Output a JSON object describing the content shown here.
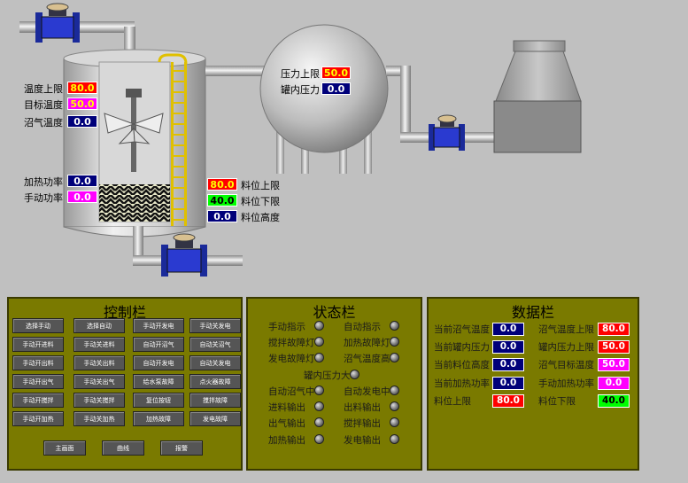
{
  "tank_left": {
    "temp_upper_label": "温度上限",
    "temp_upper_value": "80.0",
    "target_temp_label": "目标温度",
    "target_temp_value": "50.0",
    "biogas_temp_label": "沼气温度",
    "biogas_temp_value": "0.0",
    "heat_power_label": "加热功率",
    "heat_power_value": "0.0",
    "manual_power_label": "手动功率",
    "manual_power_value": "0.0",
    "level_upper_label": "料位上限",
    "level_upper_value": "80.0",
    "level_lower_label": "料位下限",
    "level_lower_value": "40.0",
    "level_height_label": "料位高度",
    "level_height_value": "0.0"
  },
  "sphere": {
    "pressure_upper_label": "压力上限",
    "pressure_upper_value": "50.0",
    "tank_pressure_label": "罐内压力",
    "tank_pressure_value": "0.0"
  },
  "colors": {
    "panel": "#7a7a00",
    "navy": "#00007a",
    "red": "#ff0000",
    "magenta": "#ff00ff",
    "green": "#00ff00"
  },
  "control": {
    "title": "控制栏",
    "rows": [
      [
        "选择手动",
        "选择自动",
        "手动开发电",
        "手动关发电"
      ],
      [
        "手动开进料",
        "手动关进料",
        "自动开沼气",
        "自动关沼气"
      ],
      [
        "手动开出料",
        "手动关出料",
        "自动开发电",
        "自动关发电"
      ],
      [
        "手动开出气",
        "手动关出气",
        "给水泵故障",
        "点火器故障"
      ],
      [
        "手动开搅拌",
        "手动关搅拌",
        "复位按钮",
        "搅拌故障"
      ],
      [
        "手动开加热",
        "手动关加热",
        "加热故障",
        "发电故障"
      ]
    ],
    "bottom": [
      "主画面",
      "曲线",
      "报警"
    ]
  },
  "status": {
    "title": "状态栏",
    "left": [
      "手动指示",
      "搅拌故障灯",
      "发电故障灯"
    ],
    "right": [
      "自动指示",
      "加热故障灯",
      "沼气温度高"
    ],
    "center": "罐内压力大",
    "left2": [
      "自动沼气中",
      "进料输出",
      "出气输出",
      "加热输出"
    ],
    "right2": [
      "自动发电中",
      "出料输出",
      "搅拌输出",
      "发电输出"
    ]
  },
  "data_panel": {
    "title": "数据栏",
    "left": [
      {
        "label": "当前沼气温度",
        "value": "0.0"
      },
      {
        "label": "当前罐内压力",
        "value": "0.0"
      },
      {
        "label": "当前料位高度",
        "value": "0.0"
      },
      {
        "label": "当前加热功率",
        "value": "0.0"
      },
      {
        "label": "料位上限",
        "value": "80.0"
      }
    ],
    "right": [
      {
        "label": "沼气温度上限",
        "value": "80.0"
      },
      {
        "label": "罐内压力上限",
        "value": "50.0"
      },
      {
        "label": "沼气目标温度",
        "value": "50.0"
      },
      {
        "label": "手动加热功率",
        "value": "0.0"
      },
      {
        "label": "料位下限",
        "value": "40.0"
      }
    ]
  }
}
